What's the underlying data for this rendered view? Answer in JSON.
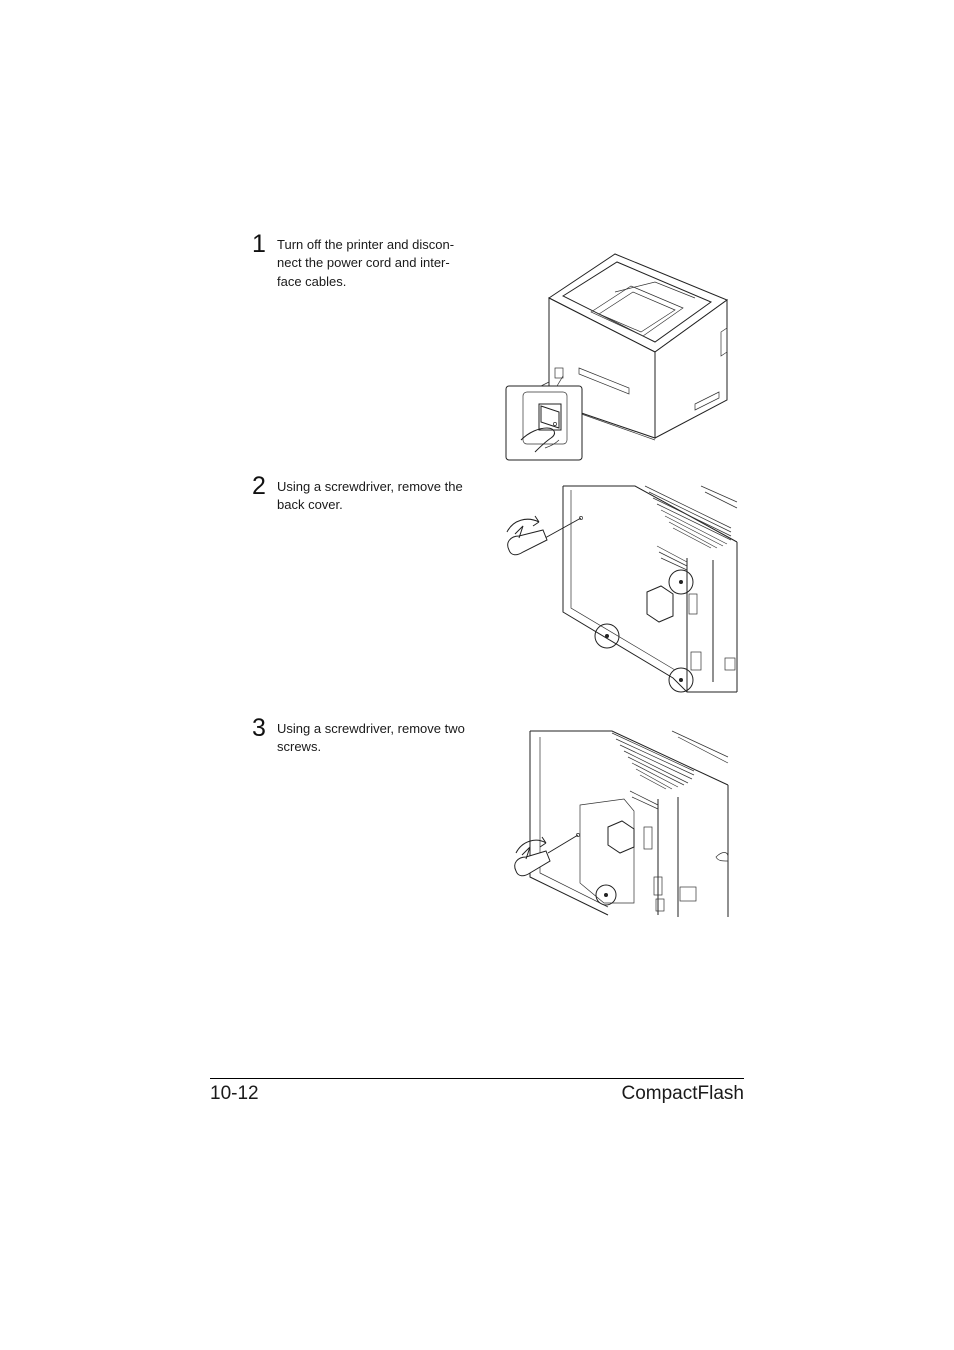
{
  "steps": [
    {
      "number": "1",
      "text": "Turn off the printer and discon-\nnect the power cord and inter-\nface cables."
    },
    {
      "number": "2",
      "text": "Using a screwdriver, remove the\nback cover."
    },
    {
      "number": "3",
      "text": "Using a screwdriver, remove two\nscrews."
    }
  ],
  "footer": {
    "page_number": "10-12",
    "section_title": "CompactFlash"
  }
}
